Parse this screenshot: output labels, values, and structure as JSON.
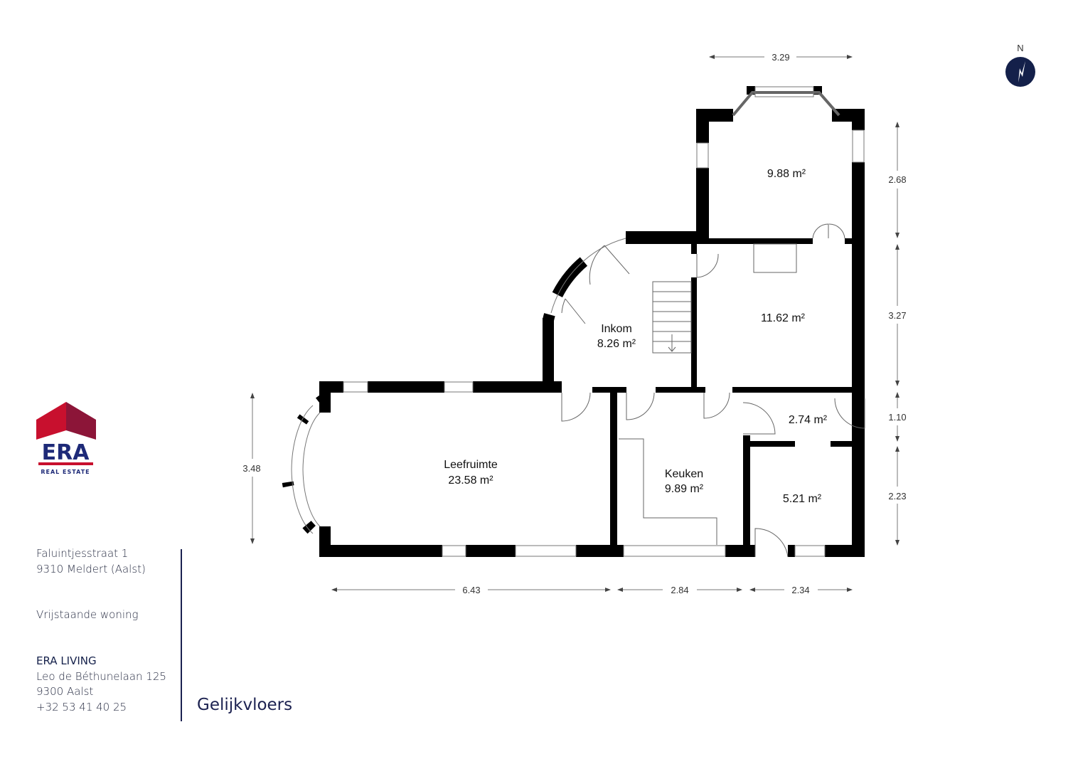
{
  "rooms": [
    {
      "name": "",
      "area": "9.88 m²"
    },
    {
      "name": "",
      "area": "11.62 m²"
    },
    {
      "name": "Inkom",
      "area": "8.26 m²"
    },
    {
      "name": "",
      "area": "2.74 m²"
    },
    {
      "name": "Leefruimte",
      "area": "23.58 m²"
    },
    {
      "name": "Keuken",
      "area": "9.89 m²"
    },
    {
      "name": "",
      "area": "5.21 m²"
    }
  ],
  "dimensions": {
    "top": "3.29",
    "right_1": "2.68",
    "right_2": "3.27",
    "right_3": "1.10",
    "right_4": "2.23",
    "left": "3.48",
    "bottom_1": "6.43",
    "bottom_2": "2.84",
    "bottom_3": "2.34"
  },
  "compass": {
    "label": "N"
  },
  "logo": {
    "brand": "ERA",
    "sub": "REAL ESTATE",
    "colors": {
      "red": "#c8102e",
      "dark_red": "#8c1538",
      "navy": "#1e2a78"
    }
  },
  "address": {
    "line1": "Faluintjesstraat 1",
    "line2": "9310 Meldert (Aalst)"
  },
  "property_type": "Vrijstaande woning",
  "agency": {
    "name": "ERA LIVING",
    "street": "Leo de Béthunelaan 125",
    "city": "9300 Aalst",
    "phone": "+32 53 41 40 25"
  },
  "floor_title": "Gelijkvloers"
}
